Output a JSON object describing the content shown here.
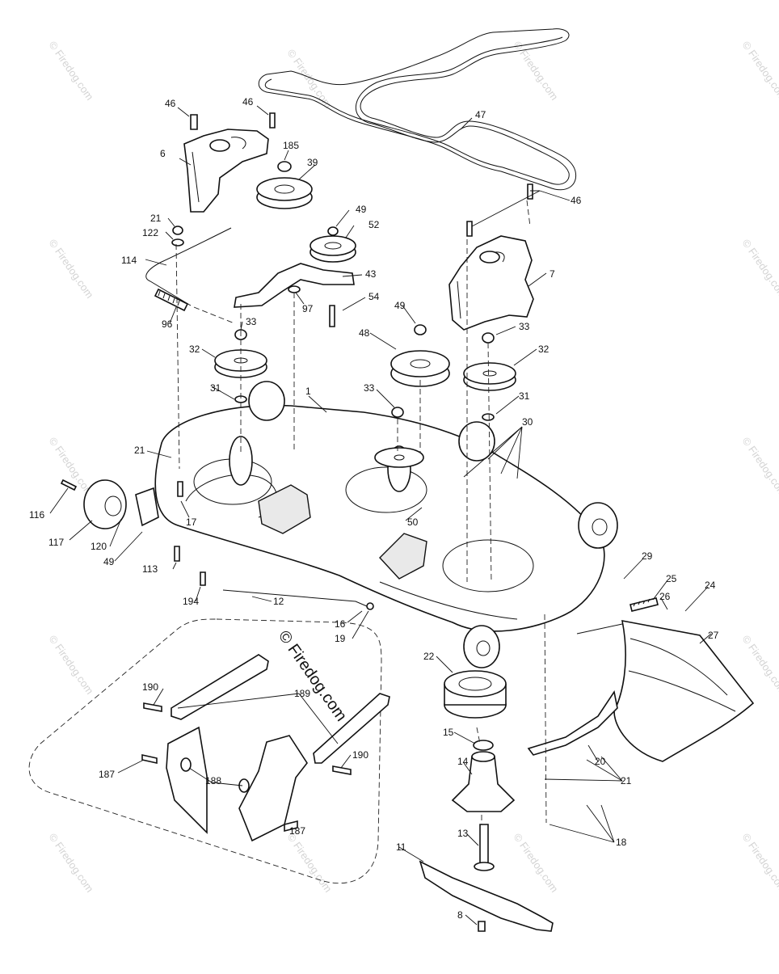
{
  "watermarks": {
    "text": "© Firedog.com",
    "center_text": "© Firedog.com"
  },
  "callouts": [
    {
      "id": "c-46a",
      "label": "46"
    },
    {
      "id": "c-46b",
      "label": "46"
    },
    {
      "id": "c-47",
      "label": "47"
    },
    {
      "id": "c-6",
      "label": "6"
    },
    {
      "id": "c-185",
      "label": "185"
    },
    {
      "id": "c-39",
      "label": "39"
    },
    {
      "id": "c-46c",
      "label": "46"
    },
    {
      "id": "c-21a",
      "label": "21"
    },
    {
      "id": "c-122",
      "label": "122"
    },
    {
      "id": "c-49a",
      "label": "49"
    },
    {
      "id": "c-52",
      "label": "52"
    },
    {
      "id": "c-114",
      "label": "114"
    },
    {
      "id": "c-43",
      "label": "43"
    },
    {
      "id": "c-7",
      "label": "7"
    },
    {
      "id": "c-54",
      "label": "54"
    },
    {
      "id": "c-97",
      "label": "97"
    },
    {
      "id": "c-96",
      "label": "96"
    },
    {
      "id": "c-33a",
      "label": "33"
    },
    {
      "id": "c-49b",
      "label": "49"
    },
    {
      "id": "c-48",
      "label": "48"
    },
    {
      "id": "c-33b",
      "label": "33"
    },
    {
      "id": "c-32a",
      "label": "32"
    },
    {
      "id": "c-32b",
      "label": "32"
    },
    {
      "id": "c-31a",
      "label": "31"
    },
    {
      "id": "c-1",
      "label": "1"
    },
    {
      "id": "c-33c",
      "label": "33"
    },
    {
      "id": "c-31b",
      "label": "31"
    },
    {
      "id": "c-30",
      "label": "30"
    },
    {
      "id": "c-21b",
      "label": "21"
    },
    {
      "id": "c-116",
      "label": "116"
    },
    {
      "id": "c-117",
      "label": "117"
    },
    {
      "id": "c-120",
      "label": "120"
    },
    {
      "id": "c-17",
      "label": "17"
    },
    {
      "id": "c-50",
      "label": "50"
    },
    {
      "id": "c-49c",
      "label": "49"
    },
    {
      "id": "c-113",
      "label": "113"
    },
    {
      "id": "c-29",
      "label": "29"
    },
    {
      "id": "c-25",
      "label": "25"
    },
    {
      "id": "c-24",
      "label": "24"
    },
    {
      "id": "c-194",
      "label": "194"
    },
    {
      "id": "c-12",
      "label": "12"
    },
    {
      "id": "c-26",
      "label": "26"
    },
    {
      "id": "c-16",
      "label": "16"
    },
    {
      "id": "c-19",
      "label": "19"
    },
    {
      "id": "c-27",
      "label": "27"
    },
    {
      "id": "c-22",
      "label": "22"
    },
    {
      "id": "c-190a",
      "label": "190"
    },
    {
      "id": "c-189",
      "label": "189"
    },
    {
      "id": "c-15",
      "label": "15"
    },
    {
      "id": "c-190b",
      "label": "190"
    },
    {
      "id": "c-20",
      "label": "20"
    },
    {
      "id": "c-187a",
      "label": "187"
    },
    {
      "id": "c-188",
      "label": "188"
    },
    {
      "id": "c-14",
      "label": "14"
    },
    {
      "id": "c-21c",
      "label": "21"
    },
    {
      "id": "c-187b",
      "label": "187"
    },
    {
      "id": "c-18",
      "label": "18"
    },
    {
      "id": "c-13",
      "label": "13"
    },
    {
      "id": "c-11",
      "label": "11"
    },
    {
      "id": "c-8",
      "label": "8"
    }
  ]
}
